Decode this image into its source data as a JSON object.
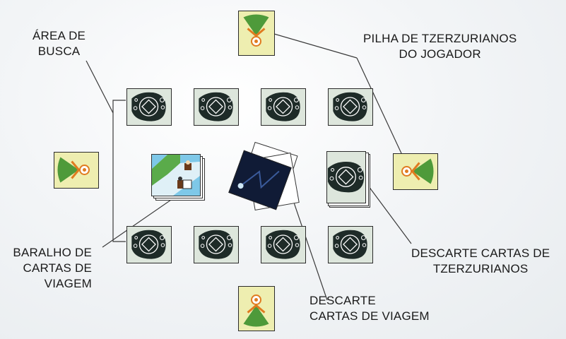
{
  "labels": {
    "search_area": [
      "ÁREA DE",
      "BUSCA"
    ],
    "player_pile": [
      "PILHA DE TZERZURIANOS",
      "DO JOGADOR"
    ],
    "travel_deck": [
      "BARALHO DE",
      "CARTAS DE",
      "VIAGEM"
    ],
    "travel_discard": [
      "DESCARTE",
      "CARTAS DE VIAGEM"
    ],
    "tzerzurian_discard": [
      "DESCARTE CARTAS DE",
      "TZERZURIANOS"
    ]
  },
  "colors": {
    "card_bg": "#dde6dc",
    "stone": "#1e2b28",
    "player_bg": "#eeeeb0",
    "player_green": "#4e9a3a",
    "player_orange": "#e07b20",
    "navy": "#101b36",
    "sky_blue": "#7ec8e8",
    "grass": "#5aab4a"
  }
}
